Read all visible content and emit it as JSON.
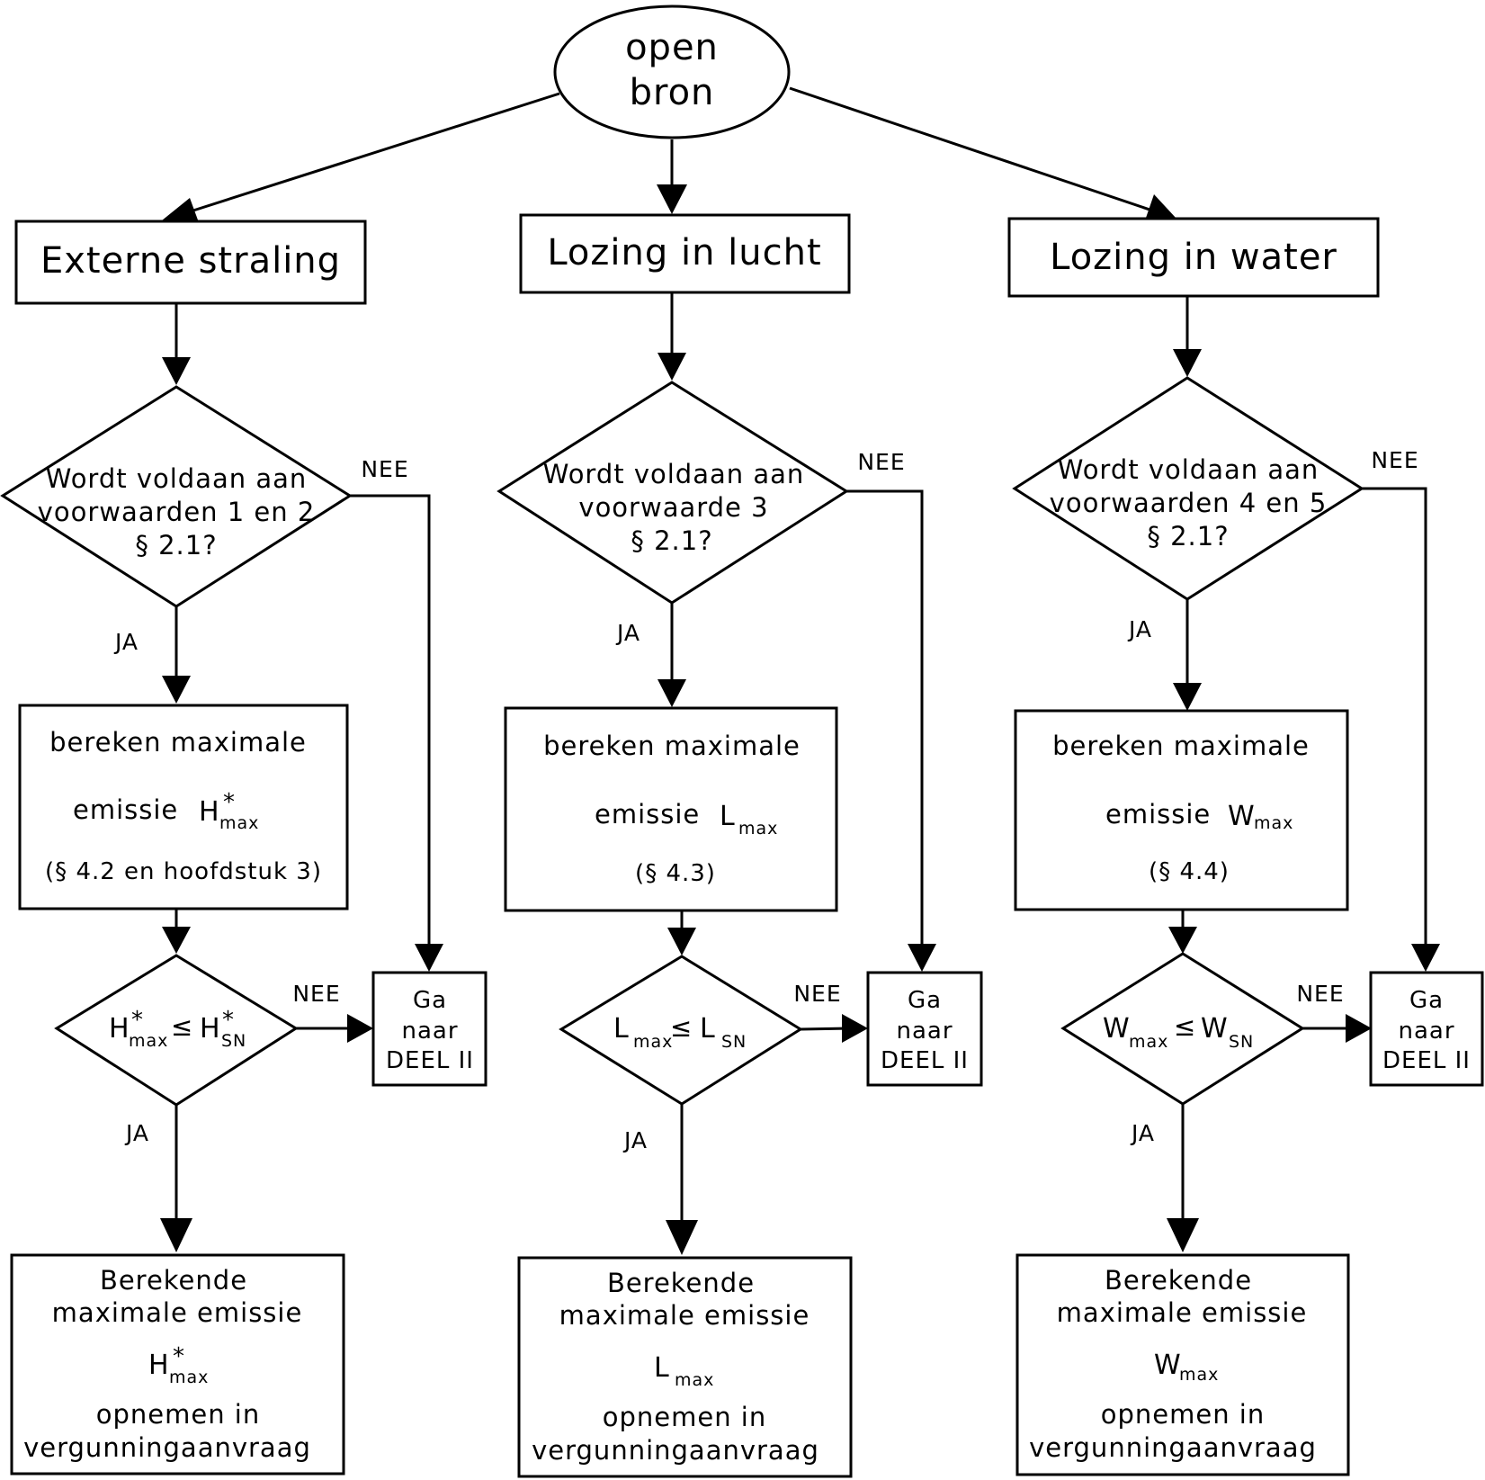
{
  "start": {
    "line1": "open",
    "line2": "bron"
  },
  "labels": {
    "yes": "JA",
    "no": "NEE"
  },
  "columns": [
    {
      "header": "Externe straling",
      "condition": [
        "Wordt voldaan aan",
        "voorwaarden 1 en 2",
        "§ 2.1?"
      ],
      "calc": {
        "line1": "bereken maximale",
        "emission_word": "emissie",
        "symbol": "H",
        "star": "*",
        "sub": "max",
        "ref": "(§ 4.2 en hoofdstuk 3)"
      },
      "compare": {
        "left": "H",
        "left_star": "*",
        "left_sub": "max",
        "op": "≤",
        "right": "H",
        "right_star": "*",
        "right_sub": "SN"
      },
      "goto": [
        "Ga",
        "naar",
        "DEEL II"
      ],
      "result": {
        "line1": "Berekende",
        "line2": "maximale emissie",
        "symbol": "H",
        "star": "*",
        "sub": "max",
        "line4": "opnemen in",
        "line5": "vergunningaanvraag"
      }
    },
    {
      "header": "Lozing in lucht",
      "condition": [
        "Wordt voldaan aan",
        "voorwaarde 3",
        "§ 2.1?"
      ],
      "calc": {
        "line1": "bereken maximale",
        "emission_word": "emissie",
        "symbol": "L",
        "star": "",
        "sub": "max",
        "ref": "(§ 4.3)"
      },
      "compare": {
        "left": "L",
        "left_star": "",
        "left_sub": "max",
        "op": "≤",
        "right": "L",
        "right_star": "",
        "right_sub": "SN"
      },
      "goto": [
        "Ga",
        "naar",
        "DEEL II"
      ],
      "result": {
        "line1": "Berekende",
        "line2": "maximale emissie",
        "symbol": "L",
        "star": "",
        "sub": "max",
        "line4": "opnemen in",
        "line5": "vergunningaanvraag"
      }
    },
    {
      "header": "Lozing in water",
      "condition": [
        "Wordt voldaan aan",
        "voorwaarden 4 en 5",
        "§ 2.1?"
      ],
      "calc": {
        "line1": "bereken maximale",
        "emission_word": "emissie",
        "symbol": "W",
        "star": "",
        "sub": "max",
        "ref": "(§ 4.4)"
      },
      "compare": {
        "left": "W",
        "left_star": "",
        "left_sub": "max",
        "op": "≤",
        "right": "W",
        "right_star": "",
        "right_sub": "SN"
      },
      "goto": [
        "Ga",
        "naar",
        "DEEL II"
      ],
      "result": {
        "line1": "Berekende",
        "line2": "maximale emissie",
        "symbol": "W",
        "star": "",
        "sub": "max",
        "line4": "opnemen in",
        "line5": "vergunningaanvraag"
      }
    }
  ]
}
